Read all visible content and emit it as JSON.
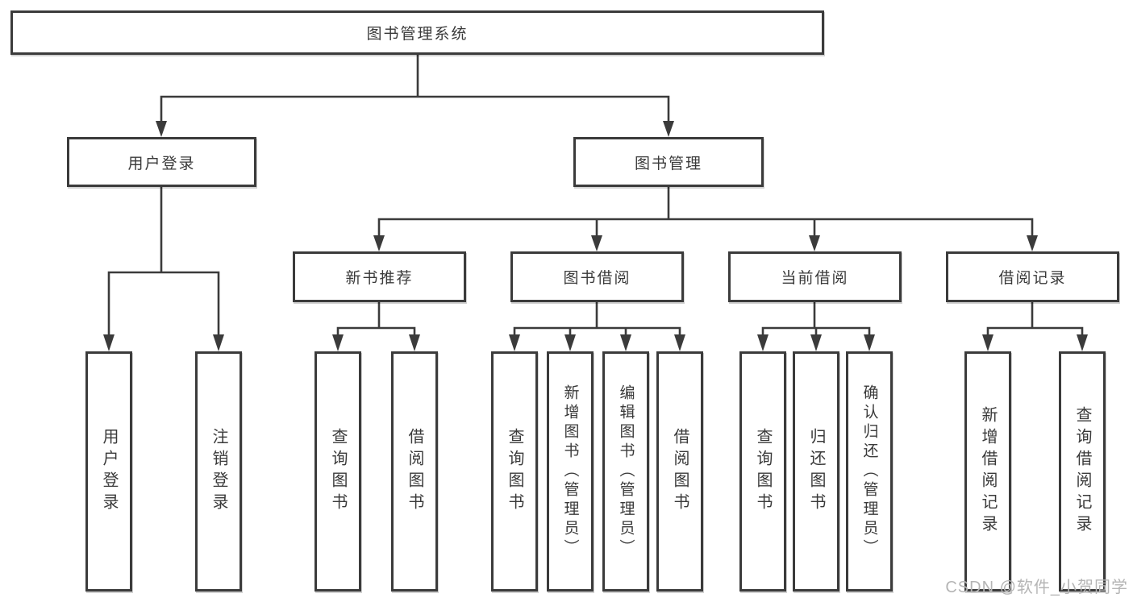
{
  "diagram": {
    "root": "图书管理系统",
    "branches": [
      {
        "label": "用户登录",
        "children": [
          "用户登录",
          "注销登录"
        ]
      },
      {
        "label": "图书管理",
        "groups": [
          {
            "label": "新书推荐",
            "children": [
              "查询图书",
              "借阅图书"
            ]
          },
          {
            "label": "图书借阅",
            "children": [
              "查询图书",
              "新增图书（管理员）",
              "编辑图书（管理员）",
              "借阅图书"
            ]
          },
          {
            "label": "当前借阅",
            "children": [
              "查询图书",
              "归还图书",
              "确认归还（管理员）"
            ]
          },
          {
            "label": "借阅记录",
            "children": [
              "新增借阅记录",
              "查询借阅记录"
            ]
          }
        ]
      }
    ],
    "line_color": "#3b3b3b",
    "box_background": "#ffffff"
  },
  "watermark": "CSDN @软件_小贺同学"
}
